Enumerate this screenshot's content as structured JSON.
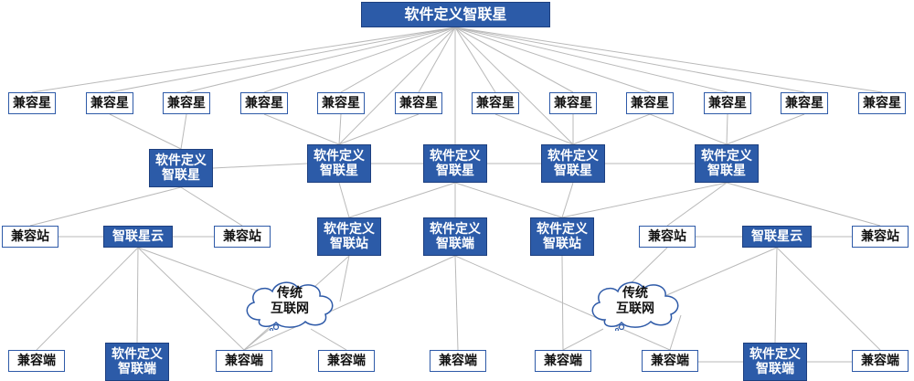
{
  "diagram": {
    "root": "软件定义智联星",
    "compat_satellite": "兼容星",
    "sd_satellite": "软件定义\n智联星",
    "compat_station": "兼容站",
    "cloud": "智联星云",
    "sd_station": "软件定义\n智联站",
    "sd_terminal": "软件定义\n智联端",
    "compat_terminal": "兼容端",
    "internet": "传统\n互联网"
  },
  "colors": {
    "blue_fill": "#2c5ba8",
    "border": "#2e5aa8",
    "link": "#b9b9b9"
  }
}
